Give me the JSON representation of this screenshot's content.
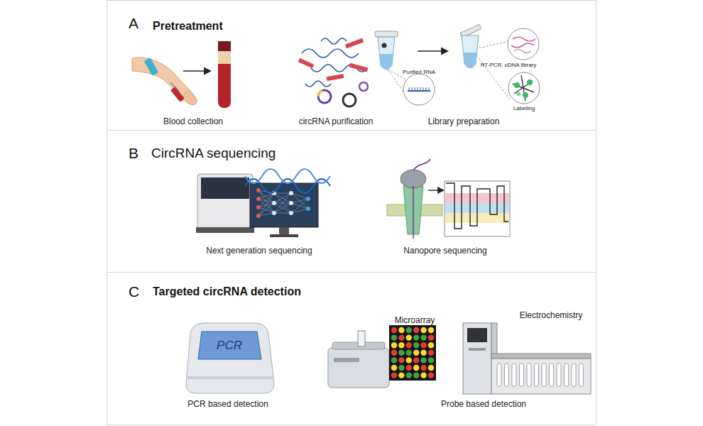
{
  "diagram": {
    "nodes": [
      {
        "text": [
          "A",
          "Pretreatment"
        ]
      },
      {
        "text": [
          "B",
          "CircRNA sequencing"
        ]
      },
      {
        "text": [
          "C",
          "Targeted circRNA detection"
        ]
      }
    ],
    "labels": [
      "Blood collection",
      "circRNA purification",
      "Purified RNA",
      "RT-PCR, cDNA library",
      "Labeling",
      "Library preparation",
      "Next generation sequencing",
      "Nanopore sequencing",
      "PCR",
      "Microarray",
      "Electrochemistry",
      "PCR based detection",
      "Probe based detection"
    ]
  }
}
